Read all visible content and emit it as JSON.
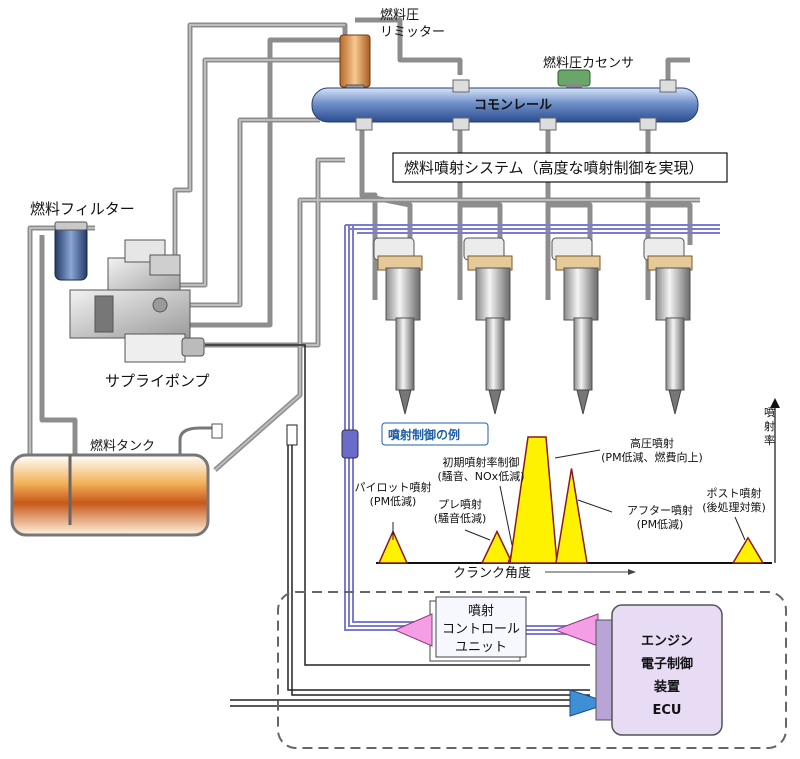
{
  "labels": {
    "limiter_line1": "燃料圧",
    "limiter_line2": "リミッター",
    "pressure_sensor": "燃料圧カセンサ",
    "common_rail": "コモンレール",
    "system_title": "燃料噴射システム（高度な噴射制御を実現）",
    "fuel_filter": "燃料フィルター",
    "supply_pump": "サプライポンプ",
    "fuel_tank": "燃料タンク",
    "control_unit": [
      "噴射",
      "コントロール",
      "ユニット"
    ],
    "ecu": [
      "エンジン",
      "電子制御",
      "装置",
      "ECU"
    ]
  },
  "chart_data": {
    "type": "area",
    "title": "噴射制御の例",
    "xlabel": "クランク角度",
    "ylabel": "噴射率",
    "series": [
      {
        "name": "パイロット噴射",
        "note": "(PM低減)",
        "relative_rate": 0.25
      },
      {
        "name": "プレ噴射",
        "note": "(騒音低減)",
        "relative_rate": 0.25
      },
      {
        "name": "初期噴射率制御",
        "note": "(騒音、NOx低減)",
        "relative_rate": 0.12
      },
      {
        "name": "高圧噴射",
        "note": "(PM低減、燃費向上)",
        "relative_rate": 1.0
      },
      {
        "name": "アフター噴射",
        "note": "(PM低減)",
        "relative_rate": 0.75
      },
      {
        "name": "ポスト噴射",
        "note": "(後処理対策)",
        "relative_rate": 0.2
      }
    ],
    "colors": {
      "fill": "#fff200",
      "stroke": "#8b1a1a"
    }
  }
}
